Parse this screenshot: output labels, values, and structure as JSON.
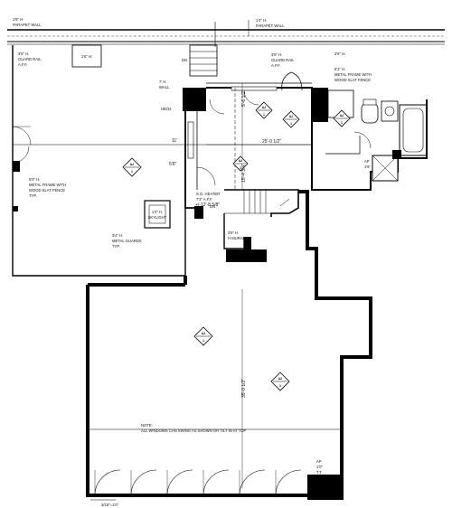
{
  "notes": {
    "parapet_left": "1'6\" H.",
    "parapet_left_2": "PARAPET WALL",
    "parapet_right": "1'4\" H.",
    "parapet_right_2": "PARAPET WALL",
    "guard_rail_tl": "3'6\" H.",
    "guard_rail_tl_2": "GUARD RAIL",
    "guard_rail_tl_3": "A.F.F.",
    "box_tl": "1'6\" H.",
    "dn": "DN",
    "wall_7": "7' H.",
    "wall_7_2": "WALL",
    "hb": "HB/34",
    "guard_rail_c": "3'6\" H.",
    "guard_rail_c_2": "GUARD RAIL",
    "guard_rail_c_3": "A.F.F.",
    "right_36": "3'6\" H.",
    "metal_frame_r": "6'1\" H.",
    "metal_frame_r_2": "METAL FRAME WITH",
    "metal_frame_r_3": "WOOD SLAT FENCE",
    "metal_frame_l": "6'0\" H.",
    "metal_frame_l_2": "METAL FRAME WITH",
    "metal_frame_l_3": "WOOD SLAT FENCE",
    "metal_frame_l_4": "TYP.",
    "skylight": "1'3\" H.",
    "skylight_2": "SKYLIGHT",
    "metal_guards": "3'4\" H.",
    "metal_guards_2": "METAL GUARDS",
    "metal_guards_3": "TYP.",
    "heater": "S.G. HEATER",
    "heater_2": "7'3\" A.F.F.",
    "dn2": "DN",
    "mural": "3'6\" H.",
    "mural_2": "H MURAL",
    "ap_small": "AP",
    "ap_small_2": "1'6\"",
    "note": "NOTE:",
    "note_2": "ALL WINDOWS CAN SWING AS SHOWN OR TILT IN AT TOP",
    "ap_big": "AP",
    "ap_big_2": "1'0\"",
    "ap_big_3": "T.T.",
    "scale": "3/16\"=1'0\""
  },
  "dims": {
    "vert_top": "5'-6 1/2\"",
    "horiz": "25'-0 1/2\"",
    "vert_mid": "15'-4 3/4\"",
    "mid_small": "+/-12'-8 5/8\"",
    "vert_long": "35'-0 1/2\"",
    "dim_11": "11'",
    "dim_5": "5'6\""
  },
  "tags": {
    "tag_main": "A2",
    "tag_main_2": "1",
    "tag_upper": "A2",
    "tag_upper_2": "1",
    "tag_mid": "A2",
    "tag_mid_2": "1",
    "tag_bath": "A2",
    "tag_bath_2": "1",
    "tag_room": "A2",
    "tag_room_2": "1",
    "tag_low1": "A2",
    "tag_low1_2": "1",
    "tag_low2": "A2",
    "tag_low2_2": "1"
  }
}
